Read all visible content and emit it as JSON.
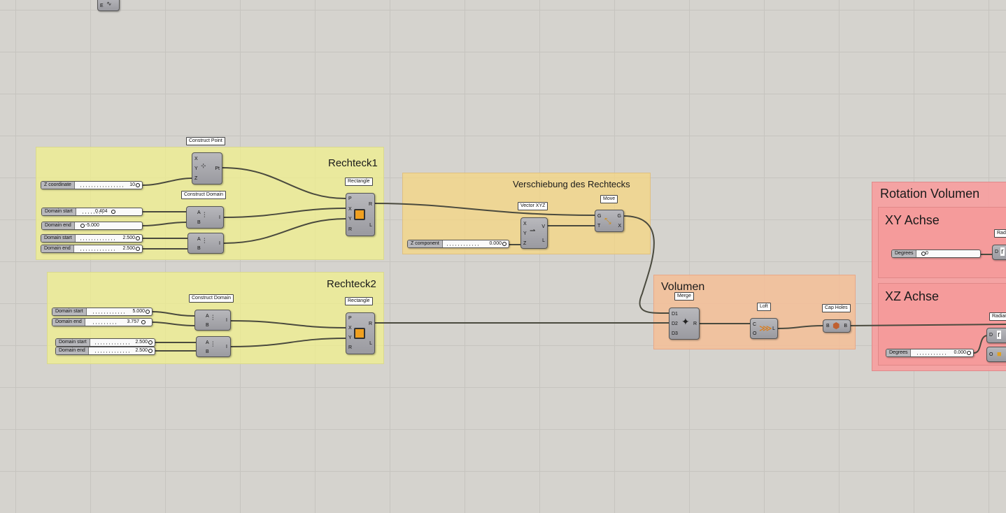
{
  "groups": {
    "rechteck1": "Rechteck1",
    "verschiebung": "Verschiebung des Rechtecks",
    "rechteck2": "Rechteck2",
    "volumen": "Volumen",
    "rotation": "Rotation Volumen",
    "xy_achse": "XY Achse",
    "xz_achse": "XZ Achse"
  },
  "labels": {
    "construct_point": "Construct Point",
    "construct_domain_1": "Construct Domain",
    "construct_domain_2": "Construct Domain",
    "rectangle_1": "Rectangle",
    "rectangle_2": "Rectangle",
    "vector_xyz": "Vector XYZ",
    "move": "Move",
    "merge": "Merge",
    "loft": "Loft",
    "cap_holes": "Cap Holes",
    "rad_1": "Rad",
    "radian_2": "Radian"
  },
  "sliders": {
    "z_coordinate": {
      "name": "Z coordinate",
      "value": "10"
    },
    "d1_start": {
      "name": "Domain start",
      "value": "0.404"
    },
    "d1_end": {
      "name": "Domain end",
      "value": "-5.000"
    },
    "d2_start": {
      "name": "Domain start",
      "value": "2.500"
    },
    "d2_end": {
      "name": "Domain end",
      "value": "2.500"
    },
    "z_component": {
      "name": "Z component",
      "value": "0.000"
    },
    "d3_start": {
      "name": "Domain start",
      "value": "5.000"
    },
    "d3_end": {
      "name": "Domain end",
      "value": "3.757"
    },
    "d4_start": {
      "name": "Domain start",
      "value": "2.500"
    },
    "d4_end": {
      "name": "Domain end",
      "value": "2.500"
    },
    "degrees_xy": {
      "name": "Degrees",
      "value": "0"
    },
    "degrees_xz": {
      "name": "Degrees",
      "value": "0.000"
    }
  },
  "ports": {
    "E": "E",
    "X": "X",
    "Y": "Y",
    "Z": "Z",
    "Pt": "Pt",
    "A": "A",
    "B": "B",
    "I": "I",
    "P": "P",
    "R": "R",
    "L": "L",
    "V": "V",
    "G": "G",
    "T": "T",
    "D1": "D1",
    "D2": "D2",
    "D3": "D3",
    "C": "C",
    "O": "O",
    "D": "D"
  }
}
